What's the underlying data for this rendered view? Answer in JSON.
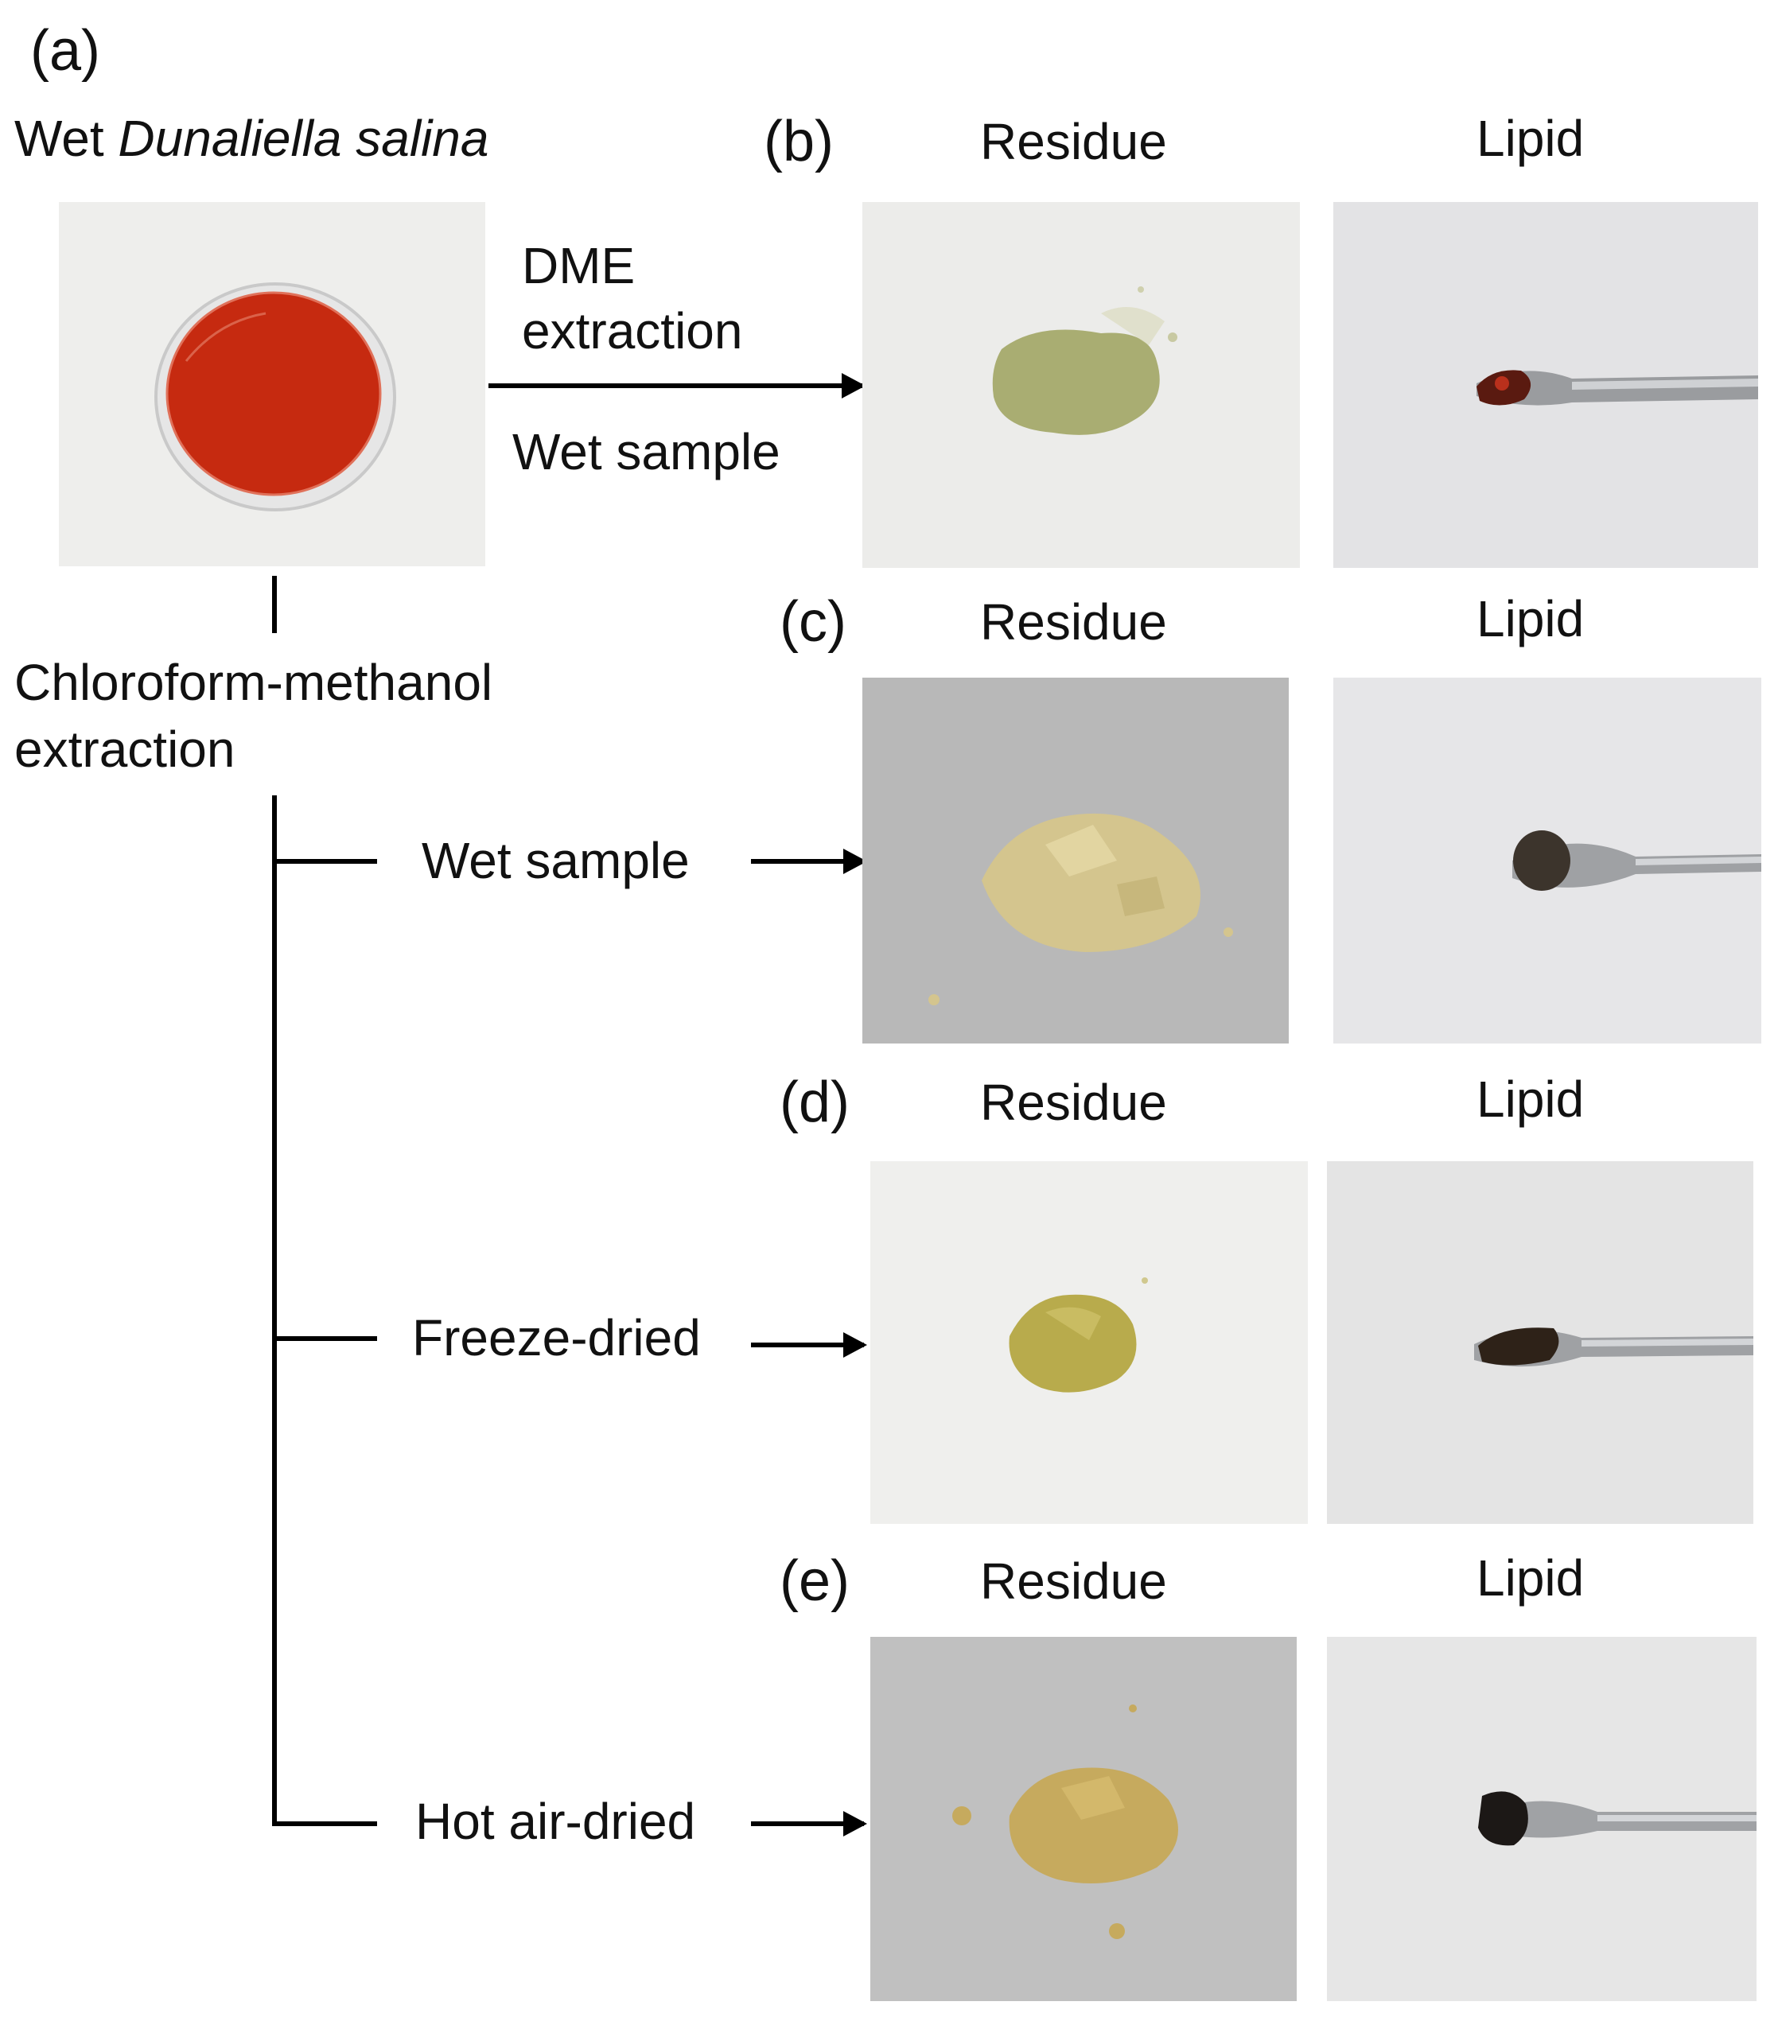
{
  "panel_a": {
    "label": "(a)",
    "title_prefix": "Wet ",
    "title_species": "Dunaliella salina",
    "dme_line1": "DME",
    "dme_line2": "extraction",
    "dme_sample": "Wet sample",
    "cm_line1": "Chloroform-methanol",
    "cm_line2": "extraction",
    "branch_wet": "Wet sample",
    "branch_freeze": "Freeze-dried",
    "branch_hot": "Hot air-dried"
  },
  "rows": [
    {
      "label": "(b)",
      "residue": "Residue",
      "lipid": "Lipid"
    },
    {
      "label": "(c)",
      "residue": "Residue",
      "lipid": "Lipid"
    },
    {
      "label": "(d)",
      "residue": "Residue",
      "lipid": "Lipid"
    },
    {
      "label": "(e)",
      "residue": "Residue",
      "lipid": "Lipid"
    }
  ],
  "colors": {
    "culture": "#c62a10",
    "residue_b": "#a9ad72",
    "residue_c": "#d4c58e",
    "residue_d": "#b8ab4c",
    "residue_e": "#c6aa5e",
    "lipid_b": "#5a1a10",
    "lipid_c": "#3c342c",
    "lipid_d": "#2e2218",
    "lipid_e": "#1c1816"
  }
}
